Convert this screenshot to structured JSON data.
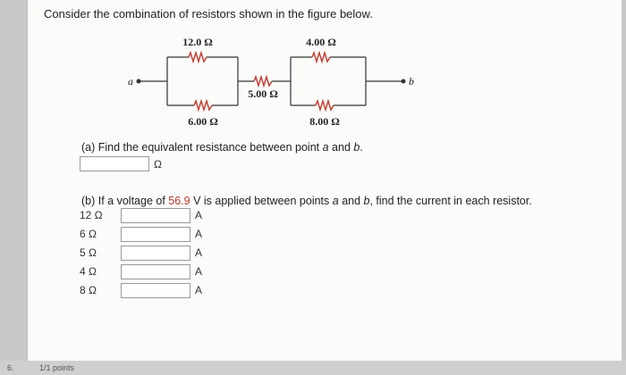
{
  "question": {
    "prompt": "Consider the combination of resistors shown in the figure below."
  },
  "figure": {
    "top_left_resistor": "12.0 Ω",
    "top_right_resistor": "4.00 Ω",
    "middle_resistor": "5.00 Ω",
    "bottom_left_resistor": "6.00 Ω",
    "bottom_right_resistor": "8.00 Ω",
    "terminal_a": "a",
    "terminal_b": "b"
  },
  "part_a": {
    "prefix": "(a) Find the equivalent resistance between point ",
    "point_a": "a",
    "and": " and ",
    "point_b": "b",
    "period": ".",
    "value": "",
    "unit": "Ω"
  },
  "part_b": {
    "prefix": "(b) If a voltage of ",
    "voltage": "56.9",
    "mid": " V is applied between points ",
    "point_a": "a",
    "and": " and ",
    "point_b": "b",
    "suffix": ", find the current in each resistor.",
    "accent_color": "#c0392b",
    "rows": [
      {
        "label": "12 Ω",
        "value": "",
        "unit": "A"
      },
      {
        "label": "6 Ω",
        "value": "",
        "unit": "A"
      },
      {
        "label": "5 Ω",
        "value": "",
        "unit": "A"
      },
      {
        "label": "4 Ω",
        "value": "",
        "unit": "A"
      },
      {
        "label": "8 Ω",
        "value": "",
        "unit": "A"
      }
    ]
  },
  "footer": {
    "number": "6.",
    "points": "1/1 points"
  }
}
